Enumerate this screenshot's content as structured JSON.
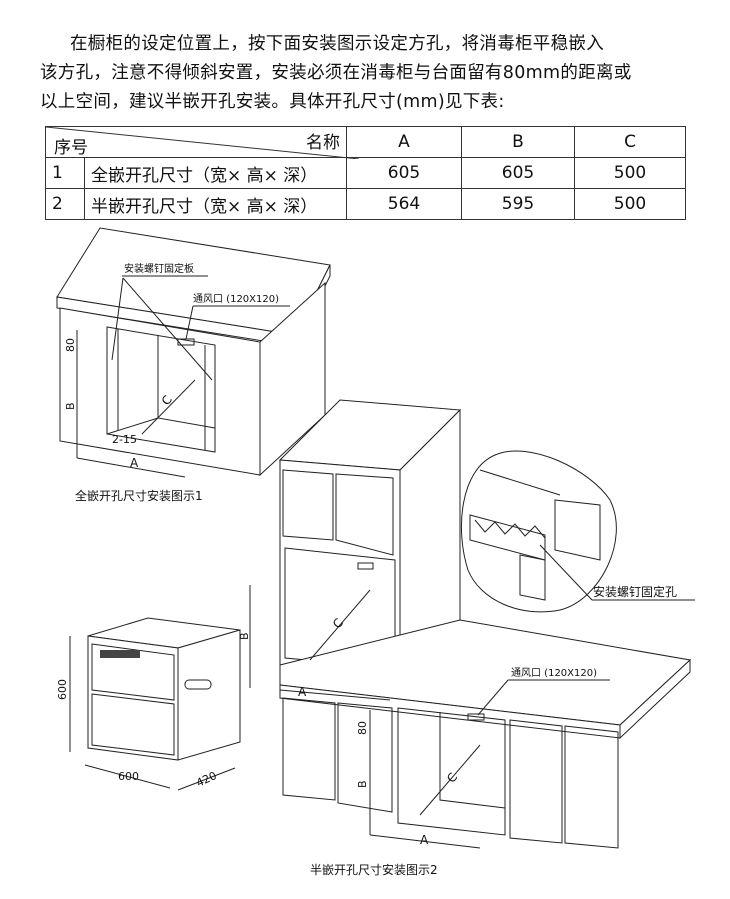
{
  "intro": {
    "line1": "在橱柜的设定位置上，按下面安装图示设定方孔，将消毒柜平稳嵌入",
    "line2": "该方孔，注意不得倾斜安置，安装必须在消毒柜与台面留有80mm的距离或",
    "line3": "以上空间，建议半嵌开孔安装。具体开孔尺寸(mm)见下表:"
  },
  "table": {
    "header": {
      "serial": "序号",
      "name": "名称",
      "cols": [
        "A",
        "B",
        "C"
      ]
    },
    "rows": [
      {
        "no": "1",
        "name": "全嵌开孔尺寸（宽× 高× 深）",
        "values": [
          "605",
          "605",
          "500"
        ]
      },
      {
        "no": "2",
        "name": "半嵌开孔尺寸（宽× 高× 深）",
        "values": [
          "564",
          "595",
          "500"
        ]
      }
    ]
  },
  "figure1": {
    "fixing_plate": "安装螺钉固定板",
    "vent": "通风口 (120X120)",
    "dim_80": "80",
    "dim_b": "B",
    "dim_c": "C",
    "gap": "2-15",
    "dim_a": "A",
    "caption": "全嵌开孔尺寸安装图示1"
  },
  "figure2": {
    "tall_b": "B",
    "tall_c": "C",
    "tall_a": "A",
    "vent": "通风口 (120X120)",
    "dim_80": "80",
    "dim_b": "B",
    "dim_c": "C",
    "dim_a": "A",
    "caption": "半嵌开孔尺寸安装图示2",
    "screw_hole": "安装螺钉固定孔"
  },
  "appliance": {
    "height": "600",
    "width": "600",
    "depth": "420"
  }
}
